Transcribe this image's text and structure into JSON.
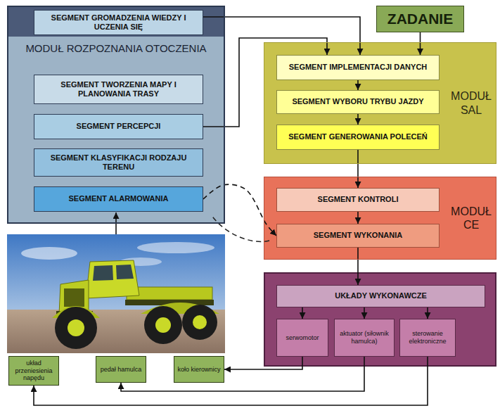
{
  "diagram": {
    "nodes": [
      {
        "text": [
          "MODUŁ ROZPOZNANIA OTOCZENIA"
        ]
      },
      {
        "text": [
          "SEGMENT GROMADZENIA WIEDZY I UCZENIA SIĘ"
        ],
        "in": 0
      },
      {
        "text": [
          "SEGMENT TWORZENIA MAPY I PLANOWANIA TRASY"
        ],
        "in": 0
      },
      {
        "text": [
          "SEGMENT PERCEPCJI"
        ],
        "in": 0
      },
      {
        "text": [
          "SEGMENT KLASYFIKACJI RODZAJU TERENU"
        ],
        "in": 0
      },
      {
        "text": [
          "SEGMENT ALARMOWANIA"
        ],
        "in": 0
      },
      {
        "text": [
          "ZADANIE"
        ]
      },
      {
        "text": [
          "MODUŁ SAL"
        ]
      },
      {
        "text": [
          "SEGMENT IMPLEMENTACJI DANYCH"
        ],
        "in": 7
      },
      {
        "text": [
          "SEGMENT WYBORU TRYBU JAZDY"
        ],
        "in": 7
      },
      {
        "text": [
          "SEGMENT GENEROWANIA POLECEŃ"
        ],
        "in": 7
      },
      {
        "text": [
          "MODUŁ CE"
        ]
      },
      {
        "text": [
          "SEGMENT KONTROLI"
        ],
        "in": 11
      },
      {
        "text": [
          "SEGMENT WYKONANIA"
        ],
        "in": 11
      },
      {
        "text": [
          "UKŁADY WYKONAWCZE"
        ]
      },
      {
        "text": [
          "serwomotor"
        ]
      },
      {
        "text": [
          "aktuator (siłownik hamulca)"
        ]
      },
      {
        "text": [
          "sterowanie elektroniczne"
        ]
      },
      {
        "text": [
          "układ przeniesienia napędu"
        ]
      },
      {
        "text": [
          "pedał hamulca"
        ]
      },
      {
        "text": [
          "koło kierownicy"
        ]
      }
    ],
    "edges": [
      {
        "from": 1,
        "to": 8,
        "arrow": "to"
      },
      {
        "from": 3,
        "to": 8,
        "arrow": "to"
      },
      {
        "from": 6,
        "to": 8,
        "arrow": "to"
      },
      {
        "from": 8,
        "to": 9,
        "arrow": "to"
      },
      {
        "from": 9,
        "to": 10,
        "arrow": "to"
      },
      {
        "from": 10,
        "to": 12,
        "arrow": "to"
      },
      {
        "from": 12,
        "to": 13,
        "arrow": "to"
      },
      {
        "from": 5,
        "to": 13,
        "arrow": "to"
      },
      {
        "from": 13,
        "to": 14,
        "arrow": "to"
      },
      {
        "from": 14,
        "to": 15,
        "arrow": "to"
      },
      {
        "from": 14,
        "to": 16,
        "arrow": "to"
      },
      {
        "from": 14,
        "to": 17,
        "arrow": "to"
      },
      {
        "from": 15,
        "to": 20,
        "arrow": "to"
      },
      {
        "from": 16,
        "to": 19,
        "arrow": "to"
      },
      {
        "from": 17,
        "to": 18,
        "arrow": "to"
      }
    ]
  }
}
